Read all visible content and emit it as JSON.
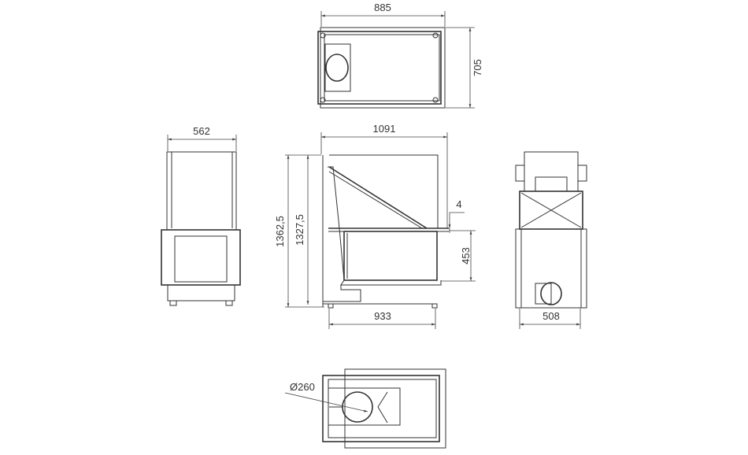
{
  "drawing": {
    "views": [
      "top-view",
      "side-view",
      "front-view",
      "rear-view",
      "bottom-view"
    ],
    "dimensions": {
      "top_width": "885",
      "top_depth": "705",
      "side_depth": "562",
      "front_width": "1091",
      "total_height": "1362,5",
      "height_to_top": "1327,5",
      "gap": "4",
      "opening_height": "453",
      "feet_spacing": "933",
      "rear_width": "508",
      "flue_diameter": "Ø260"
    },
    "colors": {
      "line": "#333333",
      "background": "#ffffff"
    }
  }
}
